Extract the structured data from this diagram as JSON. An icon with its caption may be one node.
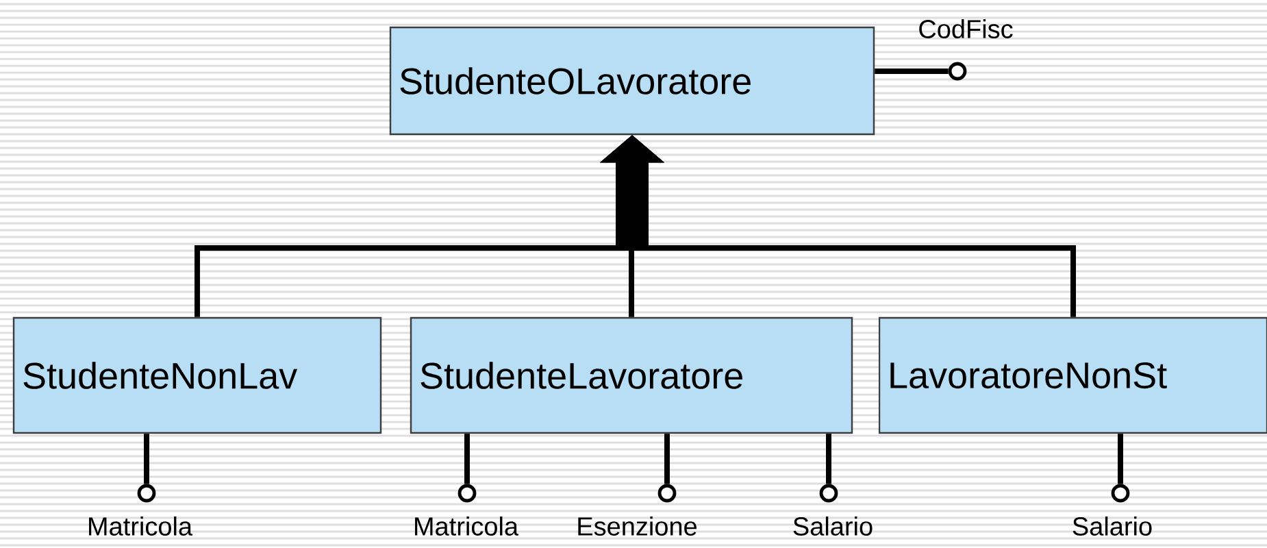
{
  "diagram": {
    "nodes": [
      {
        "text": [
          "StudenteOLavoratore"
        ]
      },
      {
        "text": [
          "StudenteNonLav"
        ]
      },
      {
        "text": [
          "StudenteLavoratore"
        ]
      },
      {
        "text": [
          "LavoratoreNonSt"
        ]
      },
      {
        "text": [],
        "shape": "circle",
        "beside": [
          "CodFisc"
        ]
      },
      {
        "text": [],
        "shape": "circle",
        "beside": [
          "Matricola"
        ]
      },
      {
        "text": [],
        "shape": "circle",
        "beside": [
          "Matricola"
        ]
      },
      {
        "text": [],
        "shape": "circle",
        "beside": [
          "Esenzione"
        ]
      },
      {
        "text": [],
        "shape": "circle",
        "beside": [
          "Salario"
        ]
      },
      {
        "text": [],
        "shape": "circle",
        "beside": [
          "Salario"
        ]
      }
    ],
    "edges": [
      {
        "from": 1,
        "to": 0,
        "arrow": "to"
      },
      {
        "from": 2,
        "to": 0,
        "arrow": "to"
      },
      {
        "from": 3,
        "to": 0,
        "arrow": "to"
      },
      {
        "from": 0,
        "to": 4,
        "arrow": "none"
      },
      {
        "from": 1,
        "to": 5,
        "arrow": "none"
      },
      {
        "from": 2,
        "to": 6,
        "arrow": "none"
      },
      {
        "from": 2,
        "to": 7,
        "arrow": "none"
      },
      {
        "from": 2,
        "to": 8,
        "arrow": "none"
      },
      {
        "from": 3,
        "to": 9,
        "arrow": "none"
      }
    ]
  }
}
